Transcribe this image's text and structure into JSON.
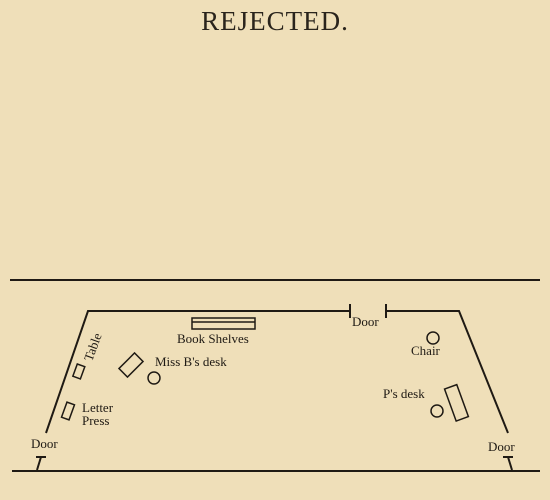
{
  "title": "REJECTED.",
  "floor_plan": {
    "labels": {
      "book_shelves": "Book Shelves",
      "door_top": "Door",
      "table": "Table",
      "miss_b_desk": "Miss B's desk",
      "chair": "Chair",
      "letter": "Letter",
      "press": "Press",
      "p_desk": "P's desk",
      "door_left": "Door",
      "door_right": "Door"
    }
  }
}
